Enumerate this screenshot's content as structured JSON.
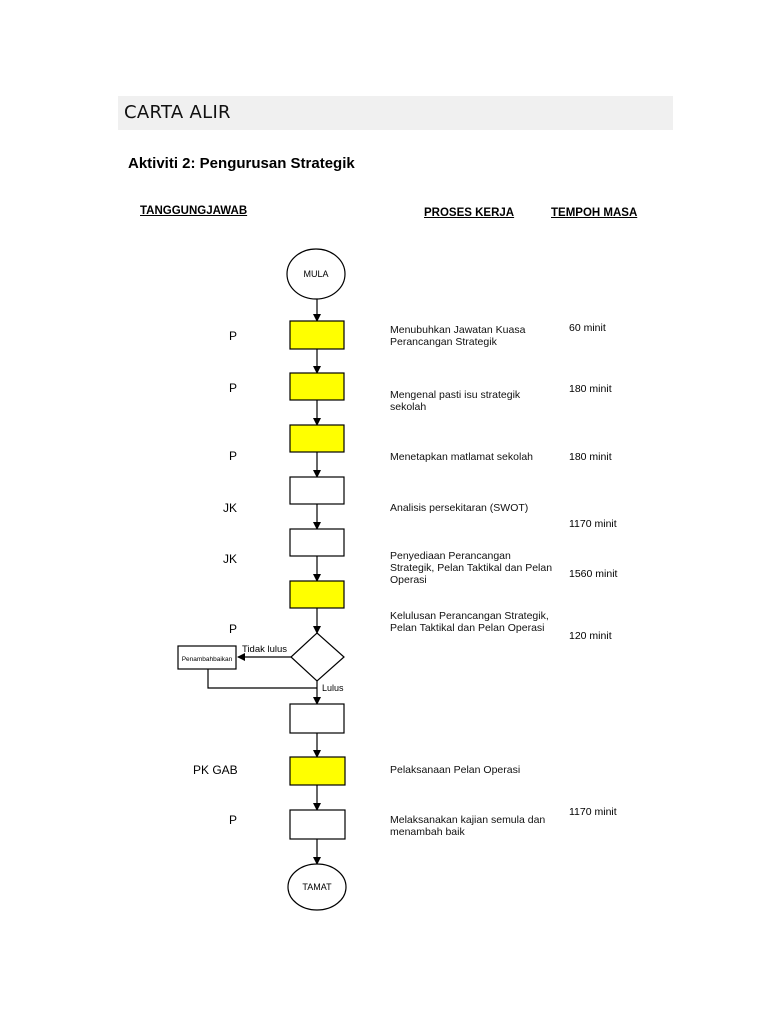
{
  "banner": {
    "title": "CARTA ALIR"
  },
  "subtitle": "Aktiviti 2: Pengurusan Strategik",
  "headers": {
    "responsibility": "TANGGUNGJAWAB",
    "process": "PROSES KERJA",
    "duration": "TEMPOH MASA"
  },
  "terminals": {
    "start": "MULA",
    "end": "TAMAT"
  },
  "side_box": {
    "label": "Penambahbaikan"
  },
  "branch_labels": {
    "fail": "Tidak lulus",
    "pass": "Lulus"
  },
  "colors": {
    "highlight": "#ffff00",
    "line": "#000000"
  },
  "steps": [
    {
      "responsibility": "P",
      "process_lines": [
        "Menubuhkan Jawatan Kuasa",
        "Perancangan Strategik"
      ],
      "duration": "60 minit",
      "highlight": true
    },
    {
      "responsibility": "P",
      "process_lines": [
        "Mengenal pasti isu strategik",
        "sekolah"
      ],
      "duration": "180 minit",
      "highlight": true
    },
    {
      "responsibility": "P",
      "process_lines": [
        "Menetapkan matlamat sekolah"
      ],
      "duration": "180 minit",
      "highlight": true
    },
    {
      "responsibility": "JK",
      "process_lines": [
        "Analisis persekitaran (SWOT)"
      ],
      "duration": "1170 minit",
      "highlight": false
    },
    {
      "responsibility": "JK",
      "process_lines": [
        "Penyediaan Perancangan",
        "Strategik, Pelan Taktikal dan Pelan",
        "Operasi"
      ],
      "duration": "1560 minit",
      "highlight": false
    },
    {
      "responsibility": "P",
      "process_lines": [
        "Kelulusan Perancangan Strategik,",
        "Pelan Taktikal dan Pelan Operasi"
      ],
      "duration": "120 minit",
      "highlight": true
    },
    {
      "responsibility": "PK GAB",
      "process_lines": [
        "Pelaksanaan Pelan Operasi"
      ],
      "duration": "",
      "highlight": true
    },
    {
      "responsibility": "P",
      "process_lines": [
        "Melaksanakan kajian semula dan",
        "menambah baik"
      ],
      "duration": "1170 minit",
      "highlight": false
    }
  ]
}
